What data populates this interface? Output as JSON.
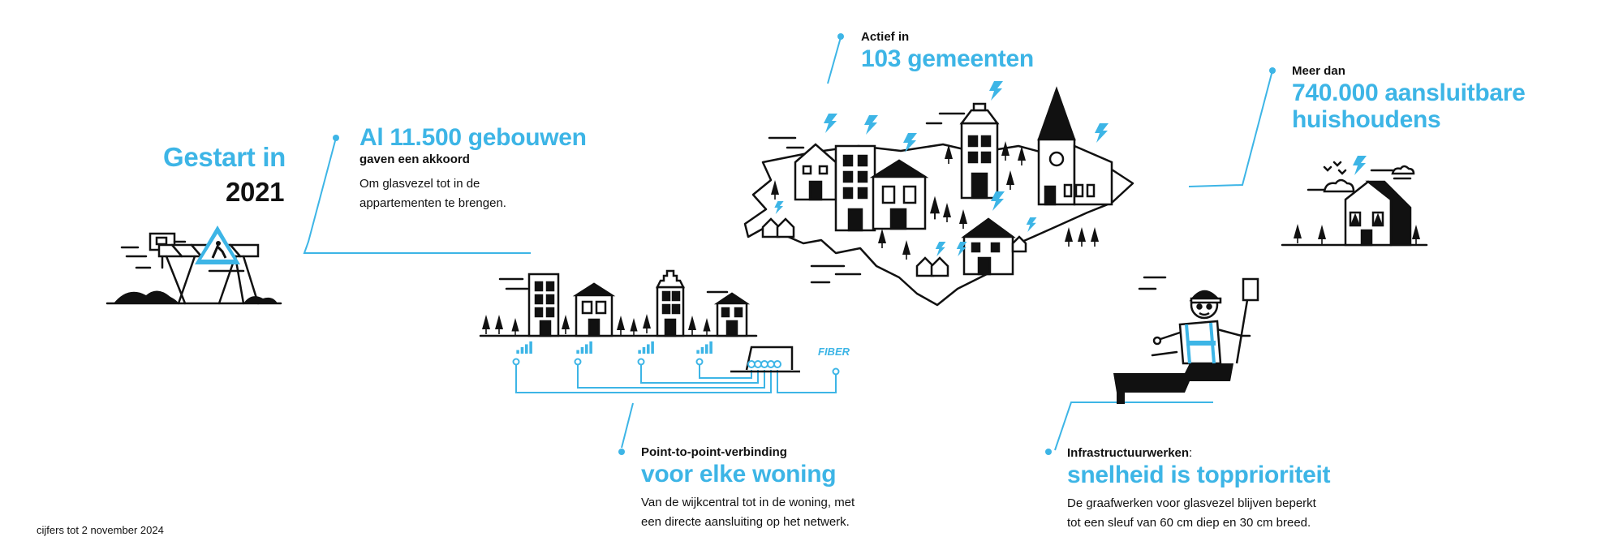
{
  "colors": {
    "accent": "#3db5e6",
    "ink": "#111111",
    "background": "#ffffff"
  },
  "start": {
    "title": "Gestart in",
    "year": "2021"
  },
  "buildings": {
    "headline": "Al 11.500 gebouwen",
    "subheadline": "gaven een akkoord",
    "body_line1": "Om glasvezel tot in de",
    "body_line2": "appartementen te brengen."
  },
  "municipalities": {
    "label": "Actief in",
    "headline": "103 gemeenten"
  },
  "households": {
    "label": "Meer dan",
    "headline_line1": "740.000 aansluitbare",
    "headline_line2": "huishoudens"
  },
  "p2p": {
    "label": "Point-to-point-verbinding",
    "headline": "voor elke woning",
    "body_line1": "Van de wijkcentral tot in de woning, met",
    "body_line2": "een directe aansluiting op het netwerk.",
    "fiber_label": "FIBER"
  },
  "infra": {
    "label": "Infrastructuurwerken",
    "label_suffix": ":",
    "headline": "snelheid is topprioriteit",
    "body_line1": "De graafwerken voor glasvezel blijven beperkt",
    "body_line2": "tot een sleuf van 60 cm diep en 30 cm breed."
  },
  "footnote": "cijfers tot 2 november 2024",
  "icons": [
    "road-works-barrier-icon",
    "warning-sign-icon",
    "city-map-icon",
    "street-houses-icon",
    "signal-icon",
    "fiber-cabinet-icon",
    "house-icon",
    "worker-icon",
    "lightning-icon",
    "tree-icon"
  ]
}
